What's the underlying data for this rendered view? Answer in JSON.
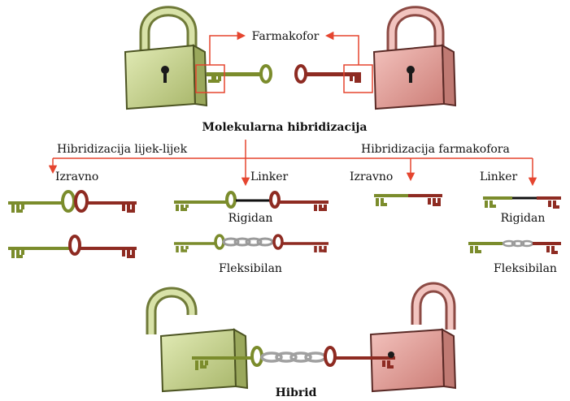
{
  "labels": {
    "pharmacophore": "Farmakofor",
    "title": "Molekularna hibridizacija",
    "drug_drug": "Hibridizacija lijek-lijek",
    "pharmacophore_hybrid": "Hibridizacija farmakofora",
    "direct_1": "Izravno",
    "linker_1": "Linker",
    "direct_2": "Izravno",
    "linker_2": "Linker",
    "rigid_1": "Rigidan",
    "flexible_1": "Fleksibilan",
    "rigid_2": "Rigidan",
    "flexible_2": "Fleksibilan",
    "hybrid": "Hibrid"
  },
  "colors": {
    "green_lock": "#cdd89a",
    "green_key": "#7b8c2c",
    "red_lock": "#e8a6a0",
    "red_key": "#8e2b22",
    "arrow": "#e5452f",
    "rigid_linker": "#111111",
    "chain": "#a8a8a8"
  }
}
